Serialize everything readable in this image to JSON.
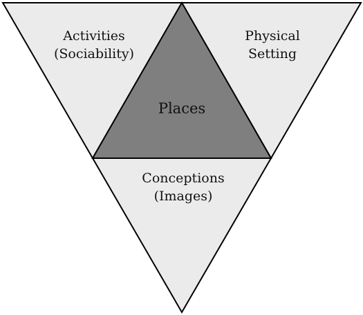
{
  "diagram": {
    "center": {
      "label": "Places"
    },
    "top_left": {
      "line1": "Activities",
      "line2": "(Sociability)"
    },
    "top_right": {
      "line1": "Physical",
      "line2": "Setting"
    },
    "bottom": {
      "line1": "Conceptions",
      "line2": "(Images)"
    }
  },
  "colors": {
    "outer_fill": "#ebebeb",
    "center_fill": "#7f7f7f",
    "stroke": "#000000"
  }
}
